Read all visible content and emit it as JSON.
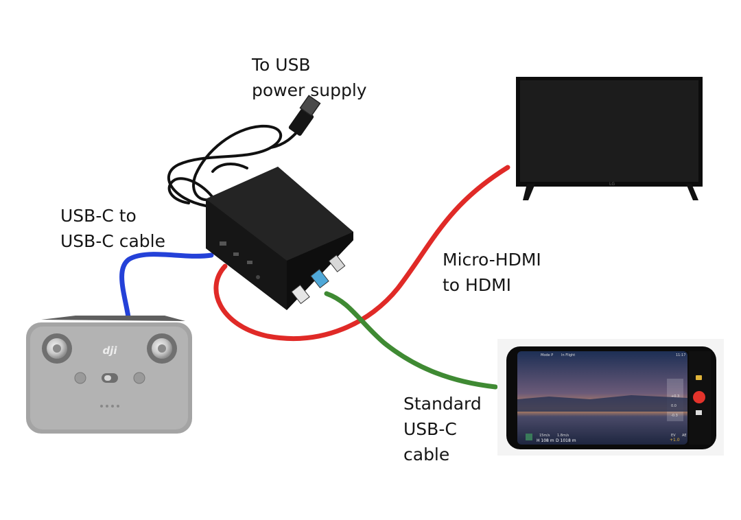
{
  "labels": {
    "power_supply": [
      "To USB",
      "power supply"
    ],
    "usb_c_cable": [
      "USB-C to",
      "USB-C cable"
    ],
    "hdmi_cable": [
      "Micro-HDMI",
      "to HDMI"
    ],
    "standard_cable": [
      "Standard",
      "USB-C",
      "cable"
    ]
  },
  "devices": {
    "controller_logo": "dji",
    "tv_brand": "LG",
    "phone_status": {
      "mode": "Mode P",
      "state": "In Flight",
      "time": "11:17",
      "ev_top": "+0.3",
      "ev_mid": "0.0",
      "ev_bottom": "-0.3",
      "speed_h": "15m/s",
      "speed_v": "1.8m/s",
      "height": "H 108 m",
      "distance": "D 1018 m",
      "ev_label": "EV",
      "ev_value": "+1.0",
      "af": "AE"
    }
  },
  "cable_colors": {
    "usb_c": "#2441d8",
    "hdmi": "#e02a27",
    "standard_usb_c": "#3f8a33",
    "power": "#1a1a1a"
  }
}
